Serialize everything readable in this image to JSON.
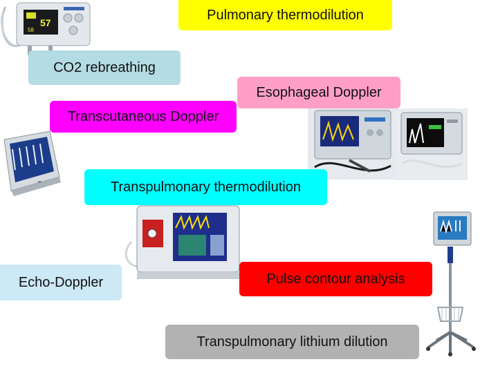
{
  "labels": {
    "pulmonary_thermodilution": "Pulmonary thermodilution",
    "co2_rebreathing": "CO2 rebreathing",
    "esophageal_doppler": "Esophageal Doppler",
    "transcutaneous_doppler": "Transcutaneous Doppler",
    "transpulmonary_thermodilution": "Transpulmonary thermodilution",
    "echo_doppler": "Echo-Doppler",
    "pulse_contour_analysis": "Pulse contour analysis",
    "transpulmonary_lithium_dilution": "Transpulmonary lithium dilution"
  },
  "device_readout": {
    "value_a": "57",
    "value_b": "58"
  },
  "colors": {
    "yellow": "#ffff00",
    "light_blue": "#b4dce4",
    "pink": "#ff9fc8",
    "magenta": "#ff00ff",
    "cyan": "#00ffff",
    "pale_blue": "#cce9f5",
    "red": "#ff0000",
    "gray": "#b2b2b2"
  }
}
